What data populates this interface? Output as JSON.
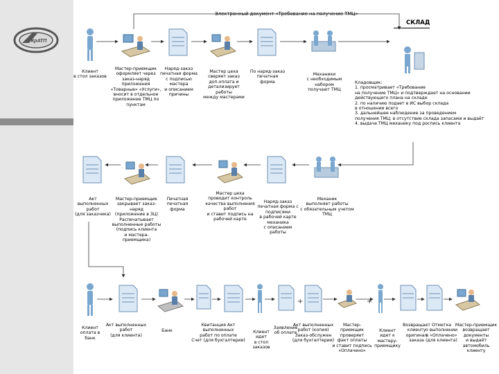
{
  "logo": {
    "text": "КрАТП"
  },
  "header": {
    "electronic_doc": "Электронный документ «Требование на получение ТМЦ»"
  },
  "warehouse": {
    "title": "СКЛАД"
  },
  "row1": {
    "client": "Клиент\nв стол заказов",
    "master": "Мастер-приемщик\nоформляет через\nзаказ-наряд\nприложения\n«Товарные» «Услуги»,\nвносит в отдельное\nприложение ТМЦ по пунктам",
    "doc1": "Наряд-заказ\nпечатная форма\nс подписью мастера\nи описанием причины",
    "master2": "Мастер цеха\nсверяет заказ\nдоп.оплата и детализирует работы\nмежду мастерами",
    "doc2": "По наряд-заказ\nпечатная форма",
    "mechanics": "Механики\nс необходимым\nнабором\nполучают ТМЦ",
    "storekeeper": "Кладовщик:\n1. просматривает «Требование\nна получение ТМЦ» и подтверждает на основании\nдействующего плана на складе\n2. по наличию подает в ИС выбор склада\nв отношении всего\n3. дальнейшее наблюдение за проведением\nполучения ТМЦ; в отсутствие склада запасами и выдаёт\n4. выдача ТМЦ механику под роспись клиента"
  },
  "row2": {
    "acts": "Акт выполненных\nработ\n(для заказчика)",
    "master_close": "Мастер-приемщик\nзакрывает заказ-наряд\n(приложение в ЗЦ)\nРаспечатывает\nвыполненные работы\n(подпись клиента\nи мастера-приемщика)",
    "doc_print": "Печатная\nпечатная форма",
    "master_ctrl": "Мастер цеха\nпроводит контроль\nкачества выполнения работ\nи ставит подпись на\nрабочей карте",
    "doc_card": "Наряд-заказ\nпечатная форма с\nподписями\nв рабочей карте\nмеханика\nс описанием\nработы",
    "mechanics2": "Механик\nвыполняет работы\nс обязательным учетом ТМЦ"
  },
  "row3": {
    "client_bank": "Клиент\nоплата в банк",
    "act_client": "Акт выполненных\nработ\n(для клиента)",
    "bank": "Банк",
    "invoice": "Квитанция Акт выполненных\nработ по оплате\nСчет (для бухгалтерии)",
    "client_leave": "Клиент\nидет\nв стол заказов",
    "statement": "Заявление\nоб оплате",
    "acts_copy": "Акт выполненных\nработ (копия)\nЗаказ-обслужен\n(для бухгалтерии)",
    "master_check": "Мастер-приемщик\nпроверяет\nфакт оплаты\nи ставит подпись\n«Оплачено»",
    "client_release": "Клиент\nидет к\nмастеру-приемщику",
    "returns": "Возвращает\nклиенту\nоригинал\nзаказа",
    "paid_stamp": "Отметка\nо выполнении\nв «Оплачено»\n(для клиента)",
    "master_final": "Мастер-приемщик\nвозвращает документы\nи выдаёт\nавтомобиль\nклиенту"
  }
}
